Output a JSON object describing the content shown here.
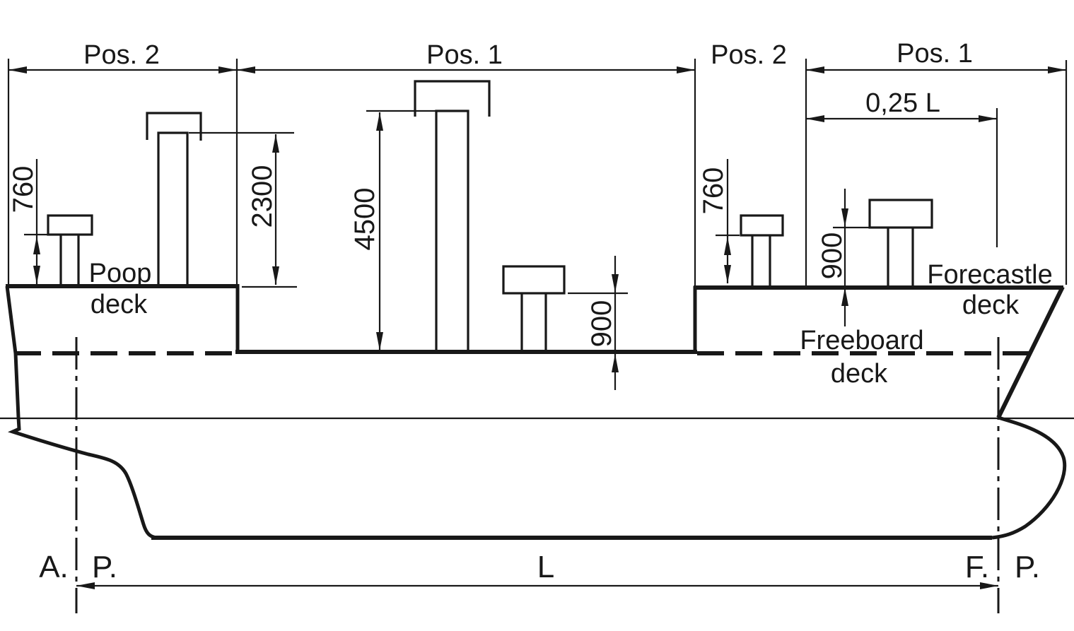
{
  "colors": {
    "ink": "#181818",
    "paper": "#ffffff"
  },
  "top_dimensions": {
    "aft_pos2": "Pos. 2",
    "mid_pos1": "Pos. 1",
    "fwd_pos2": "Pos. 2",
    "fwd_pos1": "Pos. 1",
    "quarter_length": "0,25 L"
  },
  "height_dimensions_mm": {
    "poop_vent": "760",
    "poop_cowl": "2300",
    "mid_cowl": "4500",
    "mid_vent": "900",
    "fc_vent": "760",
    "fc_fwd_vent": "900"
  },
  "deck_labels": {
    "poop": [
      "Poop",
      "deck"
    ],
    "forecastle": [
      "Forecastle",
      "deck"
    ],
    "freeboard": [
      "Freeboard",
      "deck"
    ]
  },
  "baseline": {
    "aft_perp_a": "A.",
    "aft_perp_p": "P.",
    "length": "L",
    "fwd_perp_f": "F.",
    "fwd_perp_p": "P."
  }
}
